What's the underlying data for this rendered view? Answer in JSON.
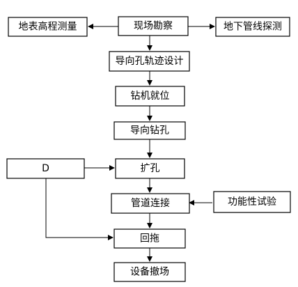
{
  "nodes": {
    "site_survey": "现场勘察",
    "elevation_survey": "地表高程测量",
    "pipeline_detection": "地下管线探测",
    "trajectory_design": "导向孔轨迹设计",
    "rig_setup": "钻机就位",
    "pilot_drilling": "导向钻孔",
    "reaming": "扩孔",
    "d_box": "D",
    "pipe_connection": "管道连接",
    "function_test": "功能性试验",
    "pullback": "回拖",
    "demobilization": "设备撤场"
  },
  "edges": [
    {
      "from": "site_survey",
      "to": "elevation_survey"
    },
    {
      "from": "site_survey",
      "to": "pipeline_detection"
    },
    {
      "from": "site_survey",
      "to": "trajectory_design"
    },
    {
      "from": "trajectory_design",
      "to": "rig_setup"
    },
    {
      "from": "rig_setup",
      "to": "pilot_drilling"
    },
    {
      "from": "pilot_drilling",
      "to": "reaming"
    },
    {
      "from": "d_box",
      "to": "reaming"
    },
    {
      "from": "d_box",
      "to": "pullback"
    },
    {
      "from": "reaming",
      "to": "pipe_connection"
    },
    {
      "from": "function_test",
      "to": "pipe_connection"
    },
    {
      "from": "pipe_connection",
      "to": "pullback"
    },
    {
      "from": "pullback",
      "to": "demobilization"
    }
  ]
}
